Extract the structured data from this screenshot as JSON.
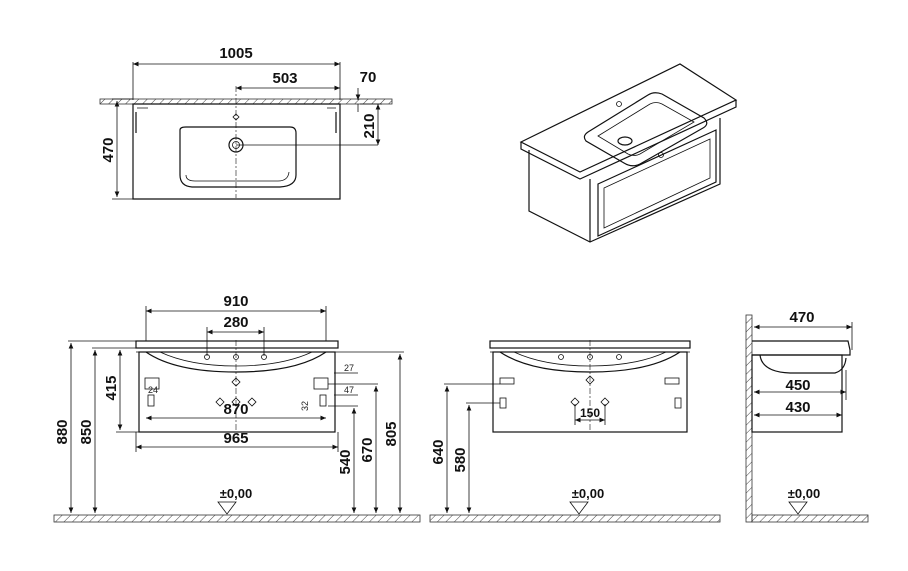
{
  "top_view": {
    "width": "1005",
    "to_tap": "503",
    "rim": "70",
    "depth": "470",
    "tap_depth": "210"
  },
  "front_view": {
    "basin_width": "910",
    "holes": "280",
    "inner_width": "870",
    "overall_width": "965",
    "inset_small_a": "24",
    "side_27": "27",
    "side_47": "47",
    "side_32": "32",
    "h_415": "415",
    "h_850": "850",
    "h_880": "880",
    "h_540": "540",
    "h_670": "670",
    "h_805": "805",
    "floor_label": "±0,00"
  },
  "side_front_view": {
    "centers": "150",
    "h_640": "640",
    "h_580": "580",
    "floor_label": "±0,00"
  },
  "side_view": {
    "depth": "470",
    "basin_depth": "450",
    "cabinet_depth": "430",
    "floor_label": "±0,00"
  }
}
